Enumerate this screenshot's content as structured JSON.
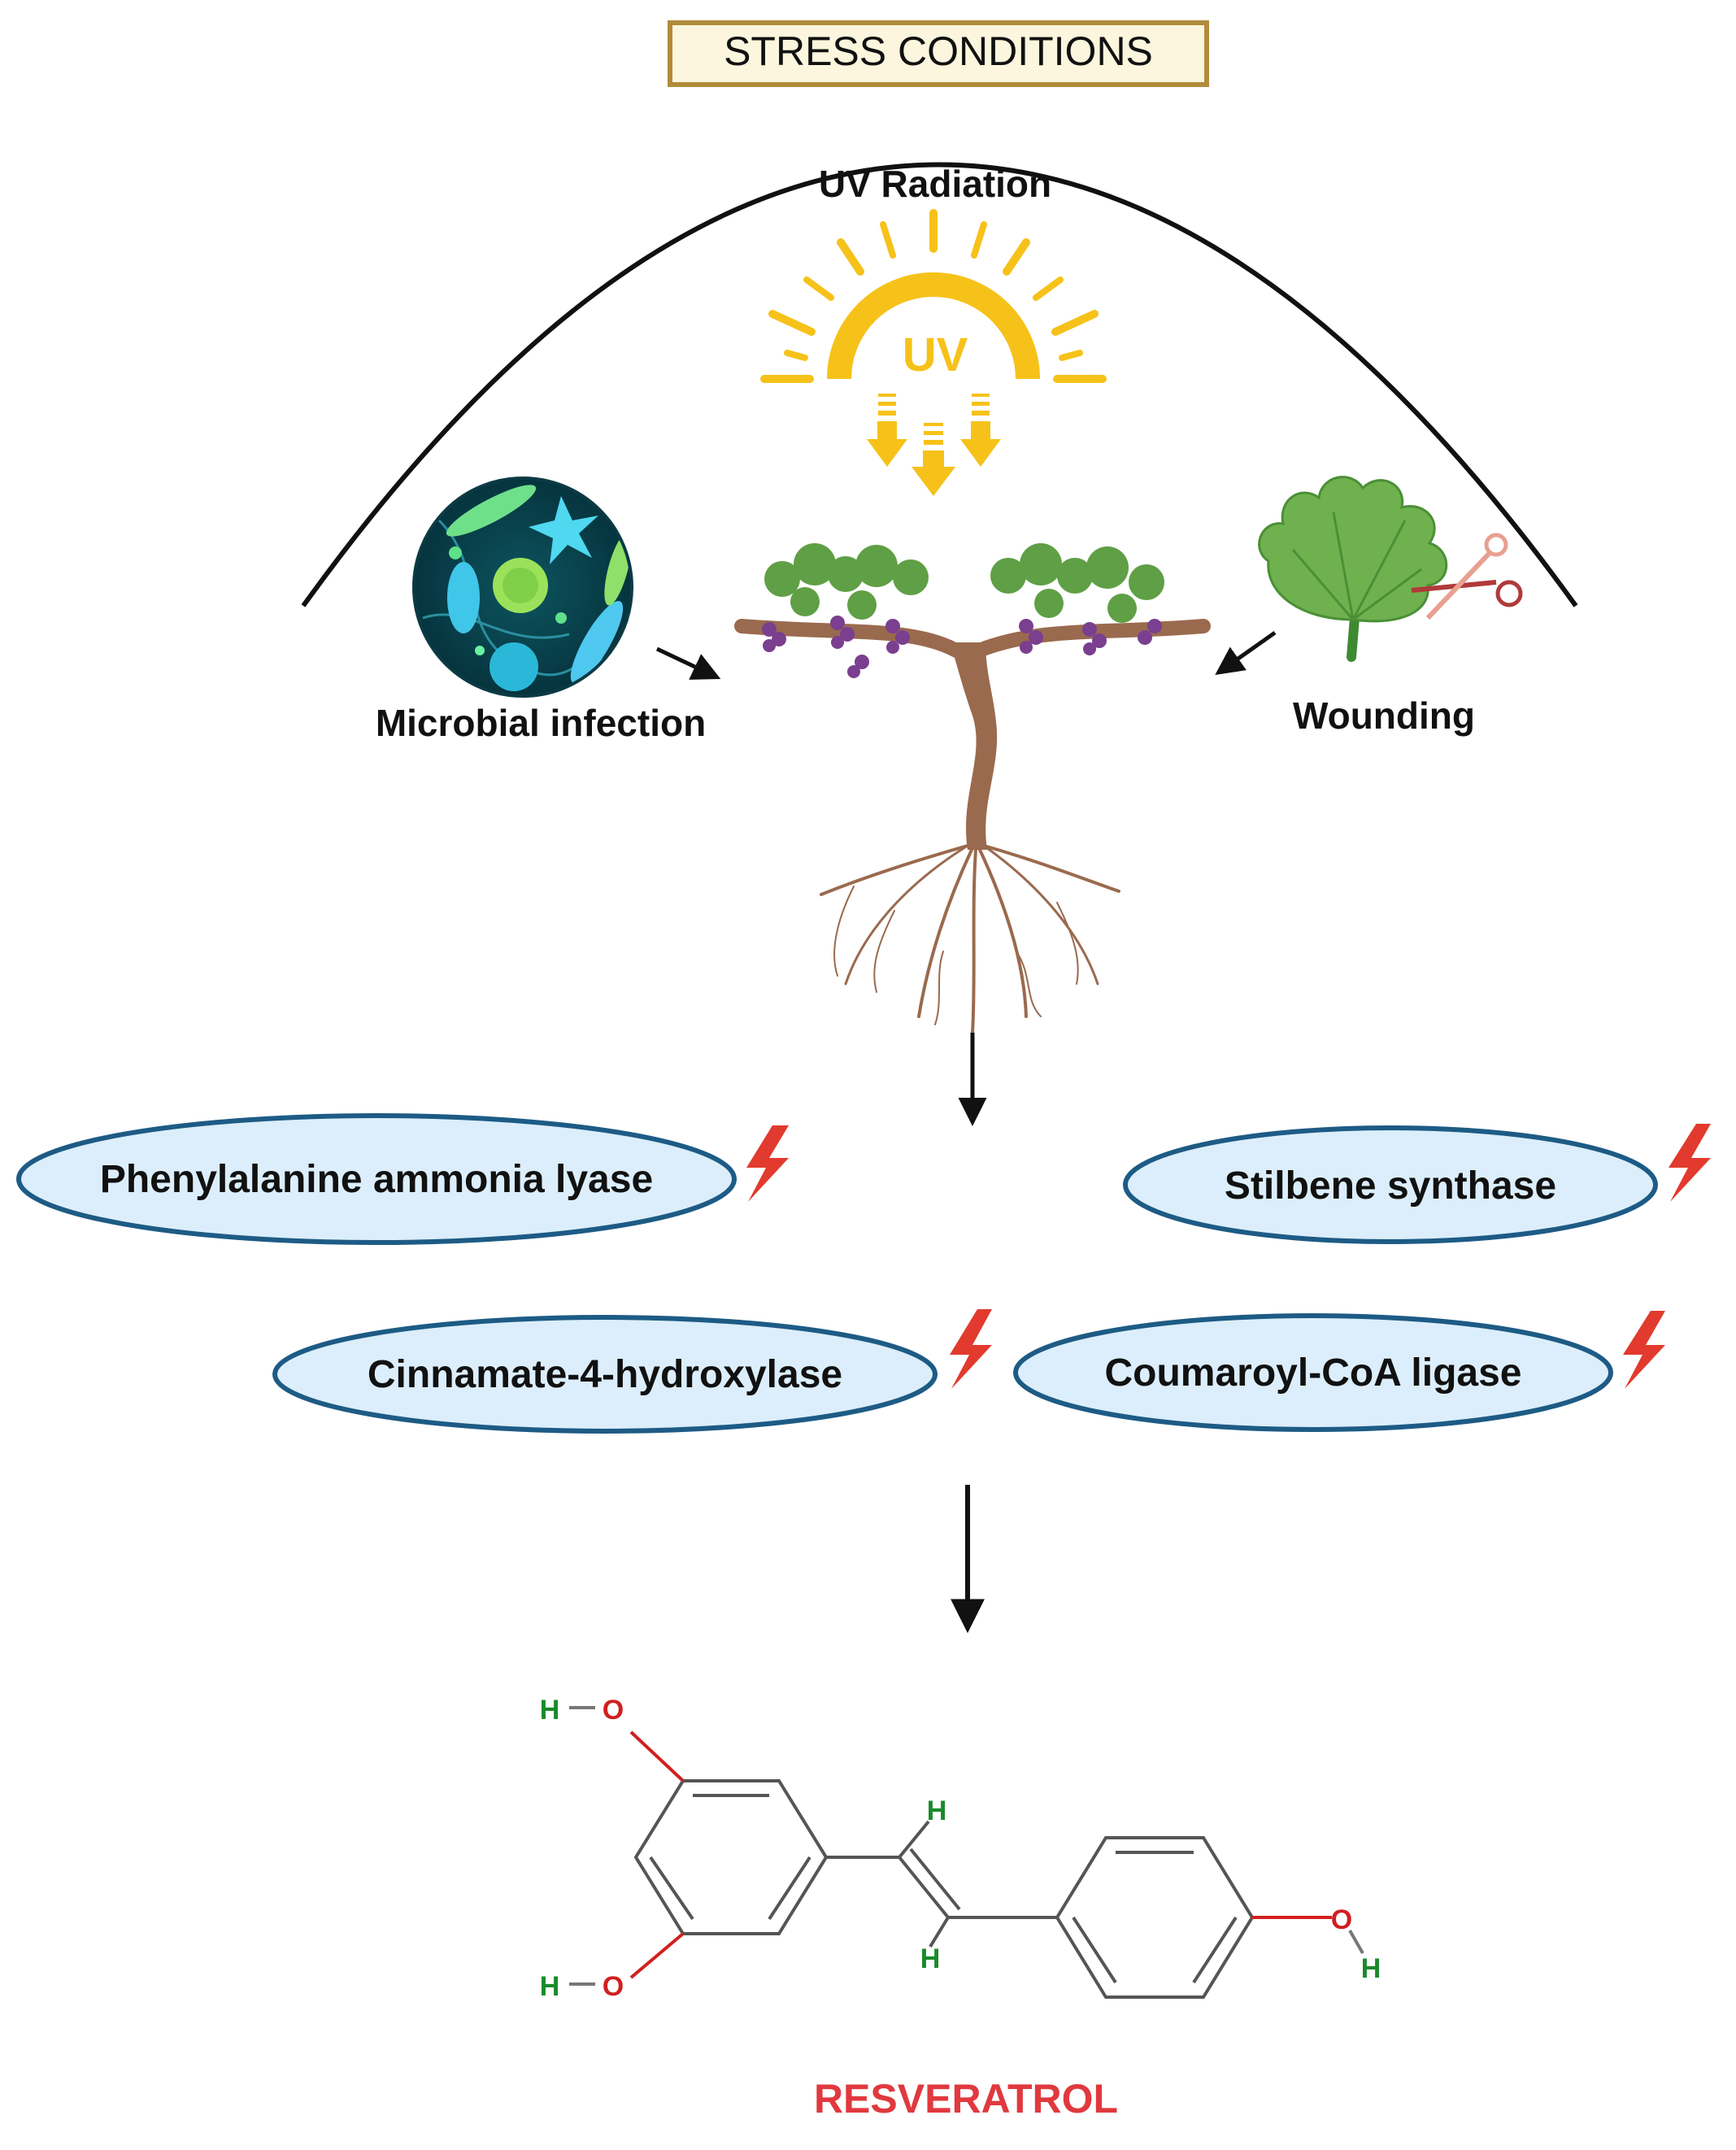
{
  "header": {
    "title": "STRESS CONDITIONS"
  },
  "stressors": {
    "uv_label": "UV Radiation",
    "uv_sun_text": "UV",
    "microbial_label": "Microbial infection",
    "wounding_label": "Wounding"
  },
  "enzymes": [
    {
      "label": "Phenylalanine ammonia lyase"
    },
    {
      "label": "Stilbene synthase"
    },
    {
      "label": "Cinnamate-4-hydroxylase"
    },
    {
      "label": "Coumaroyl-CoA ligase"
    }
  ],
  "molecule": {
    "name": "RESVERATROL",
    "atoms": {
      "hydrogen": "H",
      "oxygen": "O"
    }
  },
  "colors": {
    "header_border": "#b08c3a",
    "header_fill": "#fbf6dd",
    "sun": "#f6c21a",
    "ellipse_fill": "#dceefb",
    "ellipse_stroke": "#1d5b85",
    "lightning": "#e23a2e",
    "trunk": "#9a6a4e",
    "leaf": "#6fb14f",
    "grape": "#7a3f8f",
    "product_name": "#e0393e",
    "oxygen": "#d11f1f",
    "hydrogen": "#1a8a2a",
    "bond": "#555555"
  }
}
